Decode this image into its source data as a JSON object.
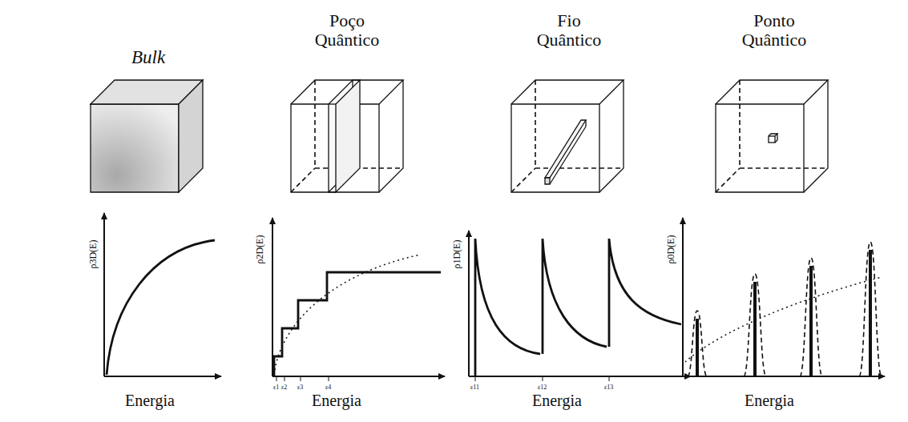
{
  "diagram": {
    "labels": [
      "Bulk",
      "Poço Quântico",
      "Fio Quântico",
      "Ponto Quântico",
      "ρ3D(E)",
      "Energia",
      "ρ2D(E)",
      "ε1",
      "ε2",
      "ε3",
      "ε4",
      "Energia",
      "ρ1D(E)",
      "ε11",
      "ε12",
      "ε13",
      "Energia",
      "ρ0D(E)",
      "Energia"
    ]
  }
}
